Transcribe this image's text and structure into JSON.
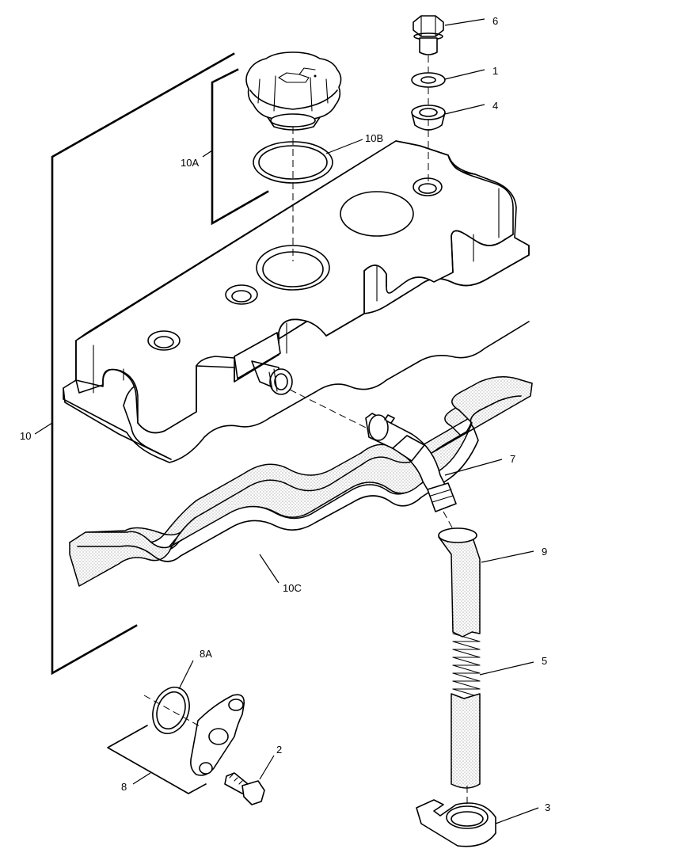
{
  "callouts": {
    "c1": "1",
    "c2": "2",
    "c3": "3",
    "c4": "4",
    "c5": "5",
    "c6": "6",
    "c7": "7",
    "c8": "8",
    "c8a": "8A",
    "c9": "9",
    "c10": "10",
    "c10a": "10A",
    "c10b": "10B",
    "c10c": "10C"
  },
  "icons": {
    "oil_can_symbol": "oil-can-icon"
  }
}
